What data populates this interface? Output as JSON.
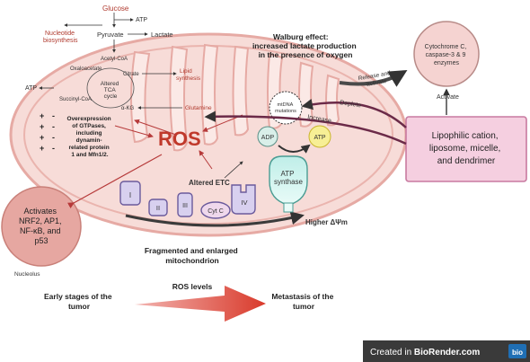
{
  "glycolysis": {
    "glucose": "Glucose",
    "atp_top": "ATP",
    "pyruvate": "Pyruvate",
    "lactate": "Lactate",
    "nucleotide_1": "Nucleotide",
    "nucleotide_2": "biosynthesis",
    "acetyl_coa": "Acetyl-CoA"
  },
  "tca": {
    "oxaloacetate": "Oxaloacetate",
    "citrate": "Citrate",
    "lipid_1": "Lipid",
    "lipid_2": "synthesis",
    "altered_1": "Altered",
    "altered_2": "TCA",
    "altered_3": "cycle",
    "atp_left": "ATP",
    "succinyl": "Succinyl-CoA",
    "akg": "α-KG",
    "glutamine": "Glutamine"
  },
  "walburg": {
    "line1": "Walburg effect:",
    "line2": "increased lactate production",
    "line3": "in the presence of oxygen"
  },
  "cytochrome": {
    "line1": "Cytochrome C,",
    "line2": "caspase-3 & 9",
    "line3": "enzymes"
  },
  "arrows": {
    "release_1": "Release and",
    "release_2": "activate",
    "deplete": "Deplete",
    "increase": "Increase",
    "activate": "Activate"
  },
  "mtdna": {
    "line1": "mtDNA",
    "line2": "mutations"
  },
  "ros": "ROS",
  "adp": "ADP",
  "atp_circle": "ATP",
  "atp_synthase_1": "ATP",
  "atp_synthase_2": "synthase",
  "altered_etc": "Altered ETC",
  "complexes": {
    "c1": "I",
    "c2": "II",
    "c3": "III",
    "cytc": "Cyt C",
    "c4": "IV"
  },
  "higher_potential": "Higher ΔΨm",
  "gtpase": {
    "line1": "Overexpression",
    "line2": "of GTPases,",
    "line3": "including",
    "line4": "dynamin-",
    "line5": "related protein",
    "line6": "1 and Mfn1/2."
  },
  "plus_minus": {
    "plus": "+",
    "minus": "-"
  },
  "lipophilic": {
    "line1": "Lipophilic cation,",
    "line2": "liposome, micelle,",
    "line3": "and dendrimer"
  },
  "activates": {
    "line1": "Activates",
    "line2": "NRF2, AP1,",
    "line3": "NF-κB, and",
    "line4": "p53"
  },
  "nucleolus": "Nucleolus",
  "fragmented": {
    "line1": "Fragmented and enlarged",
    "line2": "mitochondrion"
  },
  "ros_levels": "ROS levels",
  "early": {
    "line1": "Early stages of the",
    "line2": "tumor"
  },
  "metastasis": {
    "line1": "Metastasis of the",
    "line2": "tumor"
  },
  "biorender": {
    "created_in": "Created in ",
    "brand": "BioRender.com",
    "logo": "bio"
  },
  "colors": {
    "mito_fill": "#f6d6d2",
    "mito_outline": "#e3a8a3",
    "ros": "#c0392b",
    "accent_pink": "#e8b7c7",
    "dark_arrow": "#3b3b3b"
  }
}
